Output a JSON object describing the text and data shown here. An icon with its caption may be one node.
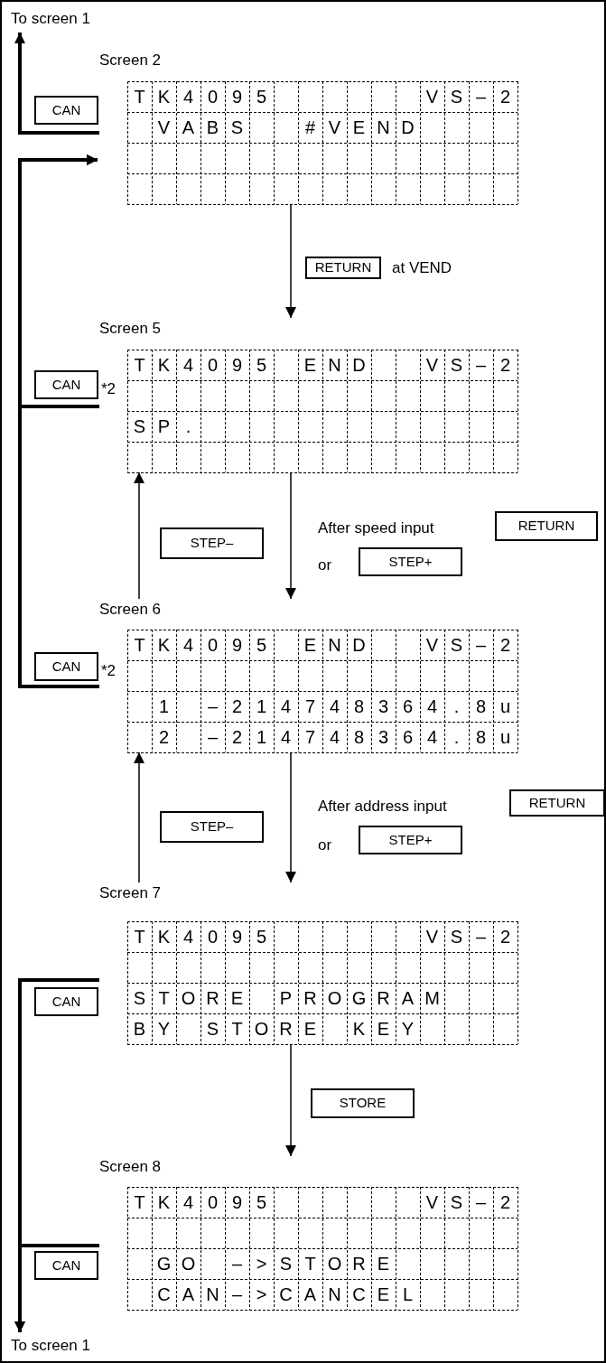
{
  "diagram": {
    "nodes": [
      {
        "text": [
          "To screen 1"
        ]
      },
      {
        "text": [
          "Screen 2",
          "T K 4 0 9 5",
          "V S – 2",
          "V A B S",
          "# V E N D"
        ]
      },
      {
        "text": [
          "Screen 5",
          "T K 4 0 9 5",
          "E N D",
          "V S – 2",
          "S P ."
        ]
      },
      {
        "text": [
          "Screen 6",
          "T K 4 0 9 5",
          "E N D",
          "V S – 2",
          "1",
          "– 2 1 4 7 4 8 3 6 4 . 8 u",
          "2",
          "– 2 1 4 7 4 8 3 6 4 . 8 u"
        ]
      },
      {
        "text": [
          "Screen 7",
          "T K 4 0 9 5",
          "V S – 2",
          "S T O R E",
          "P R O G R A M",
          "B Y",
          "S T O R E",
          "K E Y"
        ]
      },
      {
        "text": [
          "Screen 8",
          "T K 4 0 9 5",
          "V S – 2",
          "G O",
          "– > S T O R E",
          "C A N – > C A N C E L"
        ]
      },
      {
        "text": [
          "To screen 1"
        ]
      }
    ],
    "edges": [
      {
        "from": 1,
        "to": 0,
        "arrow": "to",
        "label": "CAN",
        "style": "thick"
      },
      {
        "from": 2,
        "to": 1,
        "arrow": "to",
        "label": "CAN",
        "style": "thick"
      },
      {
        "from": 3,
        "to": 1,
        "arrow": "to",
        "label": "CAN",
        "style": "thick"
      },
      {
        "from": 1,
        "to": 2,
        "arrow": "to",
        "label": "RETURN"
      },
      {
        "from": 2,
        "to": 3,
        "arrow": "to"
      },
      {
        "from": 3,
        "to": 2,
        "arrow": "to",
        "label": "STEP–"
      },
      {
        "from": 3,
        "to": 4,
        "arrow": "to"
      },
      {
        "from": 4,
        "to": 3,
        "arrow": "to",
        "label": "STEP–"
      },
      {
        "from": 4,
        "to": 5,
        "arrow": "to",
        "label": "STORE"
      },
      {
        "from": 4,
        "to": 6,
        "arrow": "to",
        "label": "CAN",
        "style": "thick"
      },
      {
        "from": 5,
        "to": 6,
        "arrow": "to",
        "label": "CAN",
        "style": "thick"
      }
    ],
    "labels": [
      "at VEND",
      "*2",
      "After speed input",
      "RETURN",
      "or",
      "STEP+",
      "*2",
      "After address input",
      "RETURN",
      "or",
      "STEP+"
    ]
  }
}
